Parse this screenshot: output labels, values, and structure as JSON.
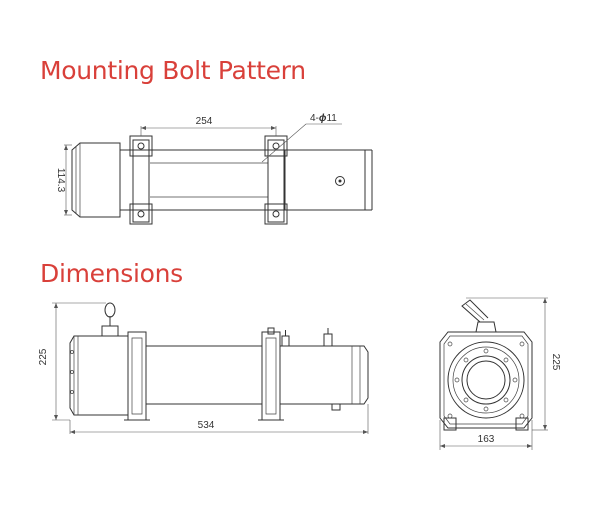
{
  "headings": {
    "mounting": "Mounting Bolt Pattern",
    "dimensions": "Dimensions"
  },
  "mounting_view": {
    "bolt_spacing": "254",
    "bolt_holes_prefix": "4-",
    "bolt_holes_symbol": "ϕ",
    "bolt_holes_size": "11",
    "side_spacing": "114.3"
  },
  "side_view": {
    "overall_length": "534",
    "overall_height": "225"
  },
  "end_view": {
    "height": "225",
    "width": "163"
  }
}
